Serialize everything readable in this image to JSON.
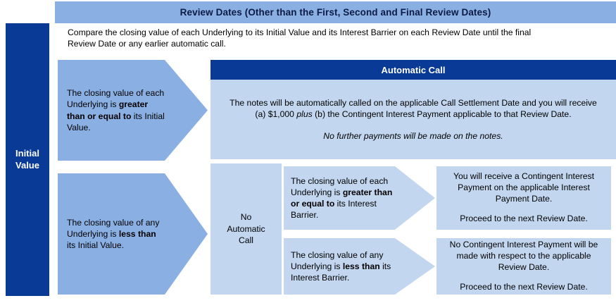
{
  "header": {
    "title": "Review Dates (Other than the First, Second and Final Review Dates)"
  },
  "intro": {
    "text": "Compare the closing value of each Underlying to its Initial Value and its Interest Barrier on each Review Date until the final Review Date or any earlier automatic call."
  },
  "initial_value": {
    "label": "Initial\nValue"
  },
  "branches": {
    "call": {
      "condition_plain_1": "The closing value of each Underlying is ",
      "condition_bold": "greater than or equal to",
      "condition_plain_2": " its Initial Value."
    },
    "no_call": {
      "condition_plain_1": "The closing value of any Underlying is ",
      "condition_bold": "less than",
      "condition_plain_2": " its Initial Value."
    }
  },
  "automatic_call": {
    "heading": "Automatic Call",
    "body_1_part_a": "The notes will be automatically called on the applicable Call Settlement Date and you will receive (a) $1,000 ",
    "body_1_italic": "plus",
    "body_1_part_b": " (b) the Contingent Interest Payment applicable to that Review Date.",
    "body_2": "No further payments will be made on the notes."
  },
  "no_automatic_call": {
    "label": "No\nAutomatic\nCall"
  },
  "barrier_tests": {
    "above": {
      "plain_1": "The closing value of each Underlying is ",
      "bold": "greater than or equal to",
      "plain_2": " its Interest Barrier."
    },
    "below": {
      "plain_1": "The closing value of any Underlying is ",
      "bold": "less than",
      "plain_2": " its Interest Barrier."
    }
  },
  "results": {
    "pay": {
      "line_1": "You will receive a Contingent Interest Payment on the applicable Interest Payment Date.",
      "line_2": "Proceed to the next Review Date."
    },
    "no_pay": {
      "line_1": "No Contingent Interest Payment will be made with respect to the applicable Review Date.",
      "line_2": "Proceed to the next Review Date."
    }
  },
  "colors": {
    "dark_blue": "#093A96",
    "medium_blue": "#8AAFE3",
    "light_blue": "#C3D6EF",
    "header_text": "#0C1B44",
    "white": "#FFFFFF"
  }
}
